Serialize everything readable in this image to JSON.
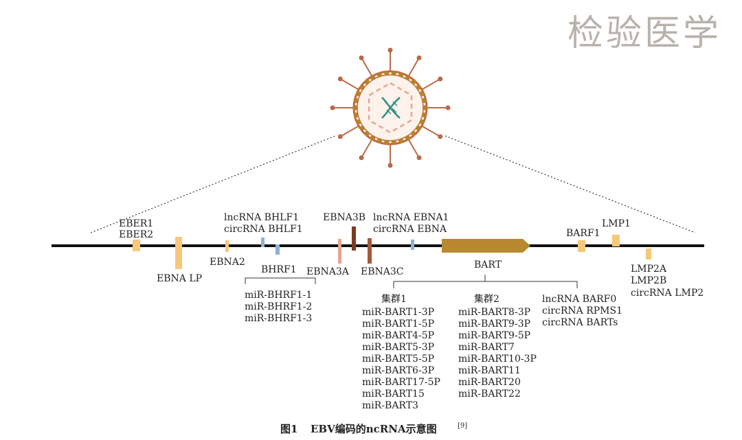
{
  "watermark": "检验医学",
  "caption": {
    "label": "图1",
    "text": "EBV编码的ncRNA示意图",
    "ref": "[9]"
  },
  "genes": {
    "eber": [
      "EBER1",
      "EBER2"
    ],
    "ebna_lp": "EBNA LP",
    "ebna2": "EBNA2",
    "bhlf1": [
      "lncRNA BHLF1",
      "circRNA BHLF1"
    ],
    "bhrf1": "BHRF1",
    "ebna3a": "EBNA3A",
    "ebna3b": "EBNA3B",
    "ebna3c": "EBNA3C",
    "ebna1": [
      "lncRNA EBNA1",
      "circRNA EBNA"
    ],
    "bart": "BART",
    "barf1": "BARF1",
    "lmp1": "LMP1",
    "lmp2": [
      "LMP2A",
      "LMP2B",
      "circRNA LMP2"
    ]
  },
  "bhrf1_mirnas": [
    "miR-BHRF1-1",
    "miR-BHRF1-2",
    "miR-BHRF1-3"
  ],
  "cluster1": {
    "title": "集群1",
    "items": [
      "miR-BART1-3P",
      "miR-BART1-5P",
      "miR-BART4-5P",
      "miR-BART5-3P",
      "miR-BART5-5P",
      "miR-BART6-3P",
      "miR-BART17-5P",
      "miR-BART15",
      "miR-BART3"
    ]
  },
  "cluster2": {
    "title": "集群2",
    "items": [
      "miR-BART8-3P",
      "miR-BART9-3P",
      "miR-BART9-5P",
      "miR-BART7",
      "miR-BART10-3P",
      "miR-BART11",
      "miR-BART20",
      "miR-BART22"
    ]
  },
  "bart_other": [
    "lncRNA BARF0",
    "circRNA RPMS1",
    "circRNA BARTs"
  ],
  "colors": {
    "yellow": "#f5c87a",
    "blue": "#8fb1d6",
    "brown_dark": "#7a3d22",
    "brown_mid": "#a35a35",
    "pink": "#e8a58f",
    "bart": "#b8892e",
    "virus_ring": "#b5832a",
    "virus_membrane": "#c8643c",
    "spike": "#b86a4a",
    "dna": "#2e8f86"
  }
}
